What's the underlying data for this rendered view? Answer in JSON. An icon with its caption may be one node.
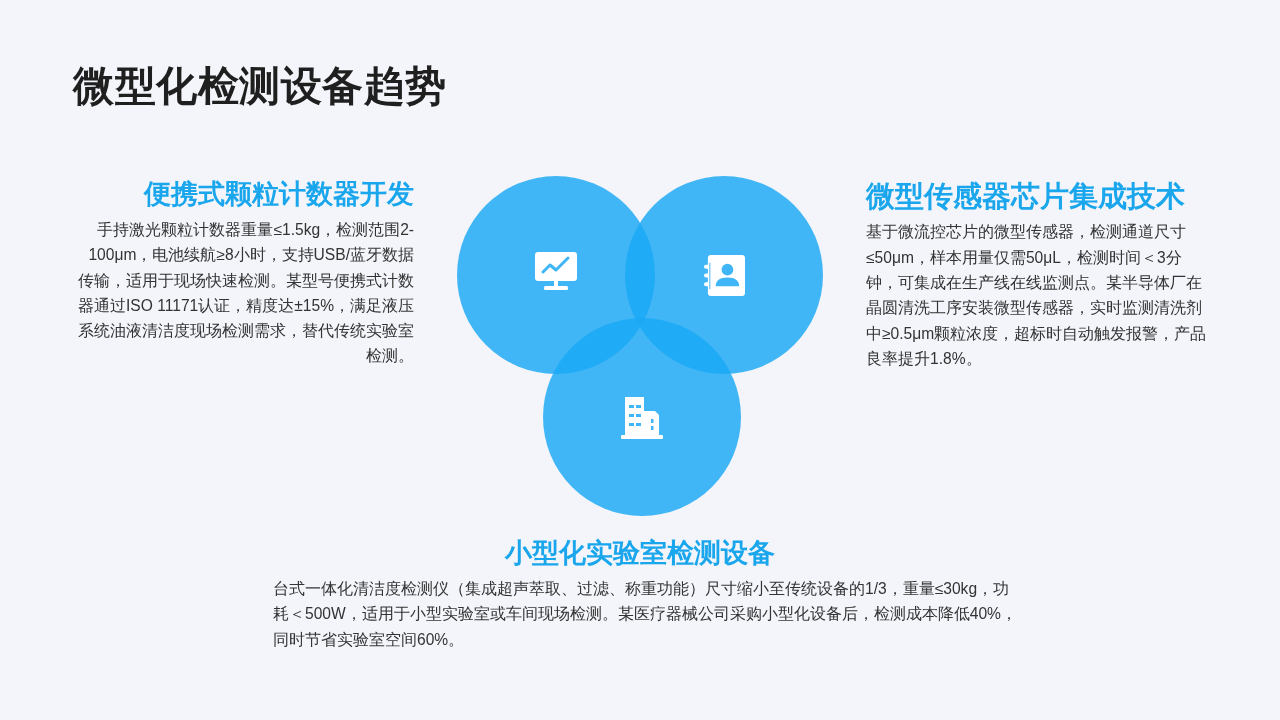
{
  "diagram": {
    "title": "微型化检测设备趋势",
    "nodes": [
      {
        "text": [],
        "shape": "circle",
        "beside": [
          "便携式颗粒计数器开发",
          "手持激光颗粒计数器重量≤1.5kg，检测范围2-100μm，电池续航≥8小时，支持USB/蓝牙数据传输，适用于现场快速检测。某型号便携式计数器通过ISO 11171认证，精度达±15%，满足液压系统油液清洁度现场检测需求，替代传统实验室检测。"
        ]
      },
      {
        "text": [],
        "shape": "circle",
        "beside": [
          "微型传感器芯片集成技术",
          "基于微流控芯片的微型传感器，检测通道尺寸≤50μm，样本用量仅需50μL，检测时间＜3分钟，可集成在生产线在线监测点。某半导体厂在晶圆清洗工序安装微型传感器，实时监测清洗剂中≥0.5μm颗粒浓度，超标时自动触发报警，产品良率提升1.8%。"
        ]
      },
      {
        "text": [],
        "shape": "circle",
        "beside": [
          "小型化实验室检测设备",
          "台式一体化清洁度检测仪（集成超声萃取、过滤、称重功能）尺寸缩小至传统设备的1/3，重量≤30kg，功耗＜500W，适用于小型实验室或车间现场检测。某医疗器械公司采购小型化设备后，检测成本降低40%，同时节省实验室空间60%。"
        ]
      }
    ]
  }
}
